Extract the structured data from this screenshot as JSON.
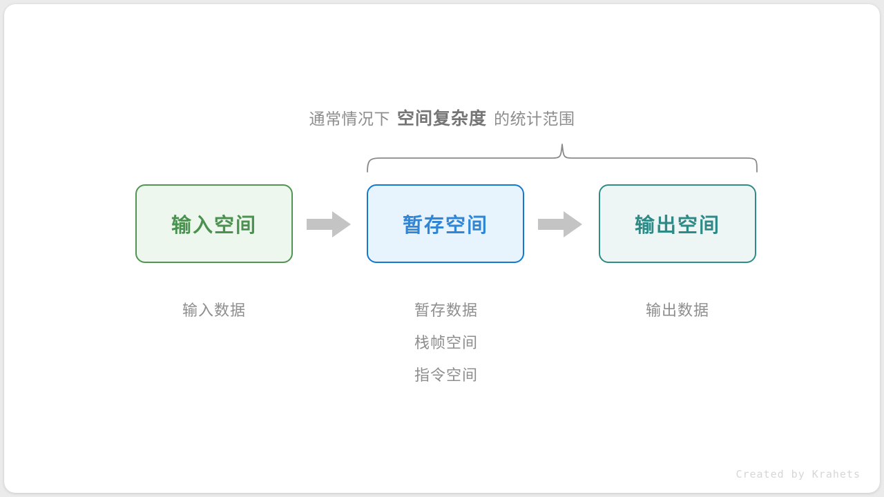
{
  "theme": {
    "page_background": "#ebebeb",
    "card_background": "#ffffff",
    "muted_text": "#8d8d8d",
    "arrow_gray": "#c4c4c4",
    "brace_gray": "#8a8a8a",
    "watermark_gray": "#d6d6d6",
    "input_border": "#4f9450",
    "input_fill": "#eef7ee",
    "input_text": "#4b9150",
    "temp_border": "#1379cf",
    "temp_fill": "#e7f4fd",
    "temp_text": "#2f86d6",
    "output_border": "#2f8b85",
    "output_fill": "#edf6f4",
    "output_text": "#2e8a86"
  },
  "brace_caption": {
    "prefix": "通常情况下",
    "emphasis": "空间复杂度",
    "suffix": "的统计范围"
  },
  "flow": {
    "boxes": [
      {
        "key": "input",
        "label": "输入空间"
      },
      {
        "key": "temp",
        "label": "暂存空间"
      },
      {
        "key": "output",
        "label": "输出空间"
      }
    ],
    "arrows": [
      {
        "name": "arrow-input-to-temp"
      },
      {
        "name": "arrow-temp-to-output"
      }
    ]
  },
  "captions": {
    "input": [
      "输入数据"
    ],
    "temp": [
      "暂存数据",
      "栈帧空间",
      "指令空间"
    ],
    "output": [
      "输出数据"
    ]
  },
  "watermark": "Created by Krahets"
}
